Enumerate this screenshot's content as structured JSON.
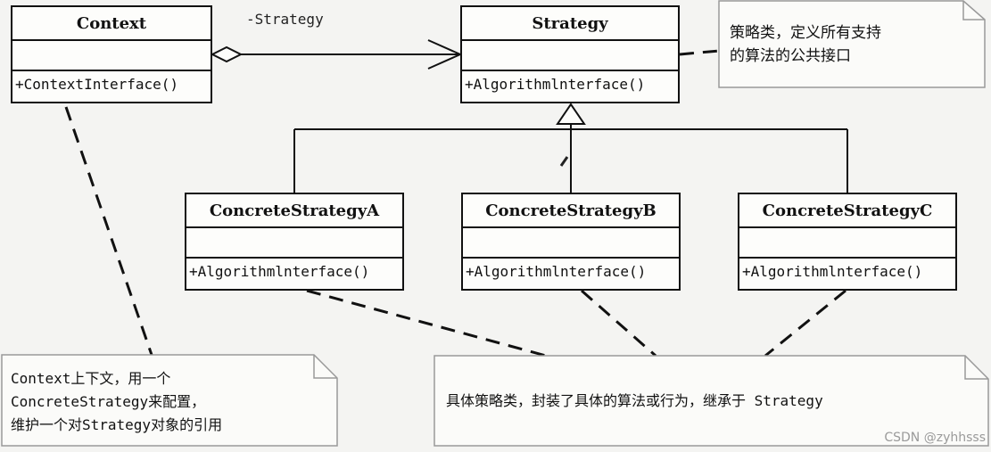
{
  "classes": {
    "context": {
      "name": "Context",
      "operation": "+ContextInterface()"
    },
    "strategy": {
      "name": "Strategy",
      "operation": "+Algorithmlnterface()"
    },
    "concrete_a": {
      "name": "ConcreteStrategyA",
      "operation": "+Algorithmlnterface()"
    },
    "concrete_b": {
      "name": "ConcreteStrategyB",
      "operation": "+Algorithmlnterface()"
    },
    "concrete_c": {
      "name": "ConcreteStrategyC",
      "operation": "+Algorithmlnterface()"
    }
  },
  "association_label": "-Strategy",
  "notes": {
    "strategy_note": {
      "line1": "策略类，定义所有支持",
      "line2": "的算法的公共接口"
    },
    "context_note": {
      "line1": "Context上下文，用一个",
      "line2": "ConcreteStrategy来配置，",
      "line3": "维护一个对Strategy对象的引用"
    },
    "concrete_note": {
      "line1": "具体策略类，封装了具体的算法或行为，继承于 Strategy"
    }
  },
  "watermark": "CSDN @zyhhsss"
}
